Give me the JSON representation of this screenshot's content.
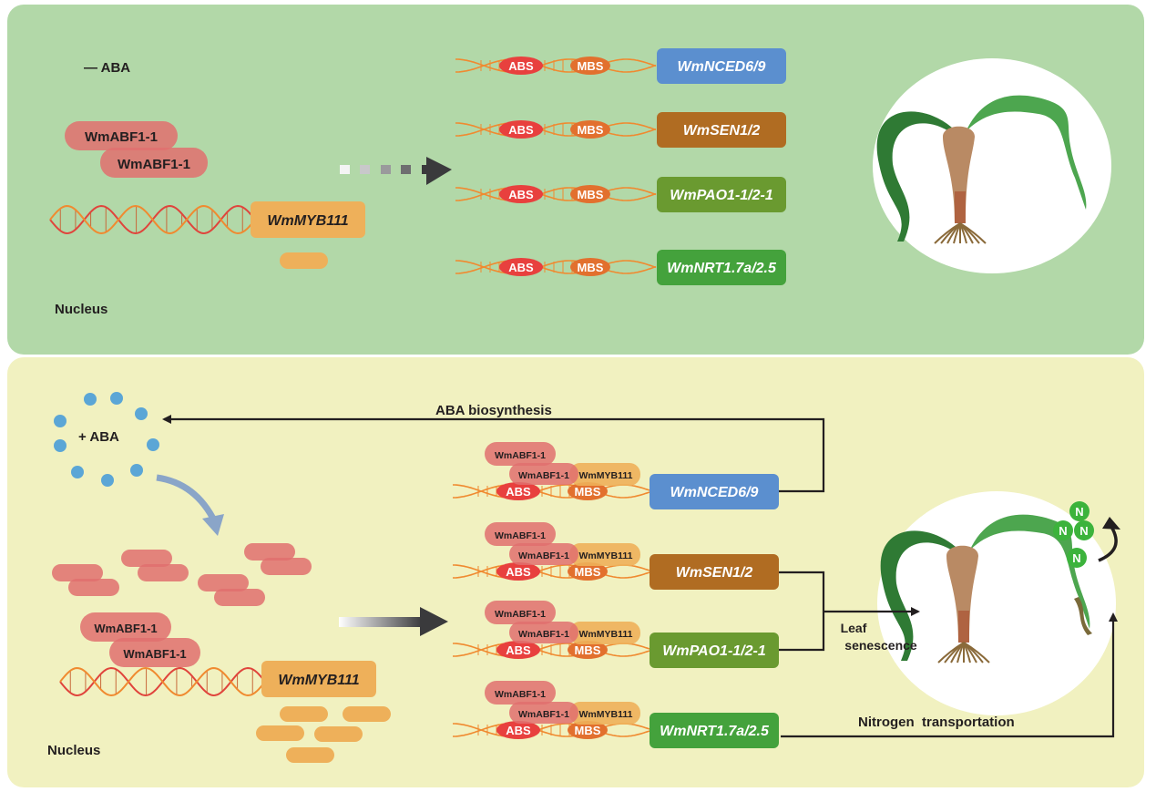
{
  "colors": {
    "top_panel_bg": "#b2d8a8",
    "bottom_panel_bg": "#f1f1c0",
    "abf_pill": "#e0706e",
    "myb_pill": "#eeb05a",
    "dna_red": "#e0443c",
    "dna_orange": "#f08a30",
    "abs_site": "#e8403e",
    "mbs_site": "#e2702e",
    "aba_dot": "#5ba6d6",
    "curve_arrow": "#8aa5c8",
    "line_dark": "#231f20",
    "n_circle": "#3cb33c",
    "leaf_dark": "#2f7a34",
    "leaf_light": "#4da64f",
    "stem": "#b98a64",
    "root": "#8a6a3a"
  },
  "top_panel": {
    "condition_label": "— ABA",
    "abf_labels": [
      "WmABF1-1",
      "WmABF1-1"
    ],
    "myb_gene_label": "WmMYB111",
    "compartment_label": "Nucleus",
    "site_labels": {
      "abs": "ABS",
      "mbs": "MBS"
    },
    "target_genes": [
      {
        "name": "WmNCED6/9",
        "color": "#5b8fcf"
      },
      {
        "name": "WmSEN1/2",
        "color": "#b06c22"
      },
      {
        "name": "WmPAO1-1/2-1",
        "color": "#6a9a30"
      },
      {
        "name": "WmNRT1.7a/2.5",
        "color": "#44a23c"
      }
    ],
    "arrow_style": "dashed-weak"
  },
  "bottom_panel": {
    "condition_label": "+ ABA",
    "abf_labels": [
      "WmABF1-1",
      "WmABF1-1"
    ],
    "myb_gene_label": "WmMYB111",
    "compartment_label": "Nucleus",
    "site_labels": {
      "abs": "ABS",
      "mbs": "MBS"
    },
    "complex_labels": {
      "abf_top": "WmABF1-1",
      "abf_bottom": "WmABF1-1",
      "myb": "WmMYB111"
    },
    "target_genes": [
      {
        "name": "WmNCED6/9",
        "color": "#5b8fcf"
      },
      {
        "name": "WmSEN1/2",
        "color": "#b06c22"
      },
      {
        "name": "WmPAO1-1/2-1",
        "color": "#6a9a30"
      },
      {
        "name": "WmNRT1.7a/2.5",
        "color": "#44a23c"
      }
    ],
    "arrow_style": "solid-strong",
    "process_labels": {
      "aba_biosynthesis": "ABA biosynthesis",
      "leaf_senescence_line1": "Leaf",
      "leaf_senescence_line2": "senescence",
      "nitrogen_transport": "Nitrogen  transportation"
    },
    "nitrogen_label": "N",
    "nitrogen_count": 4
  }
}
